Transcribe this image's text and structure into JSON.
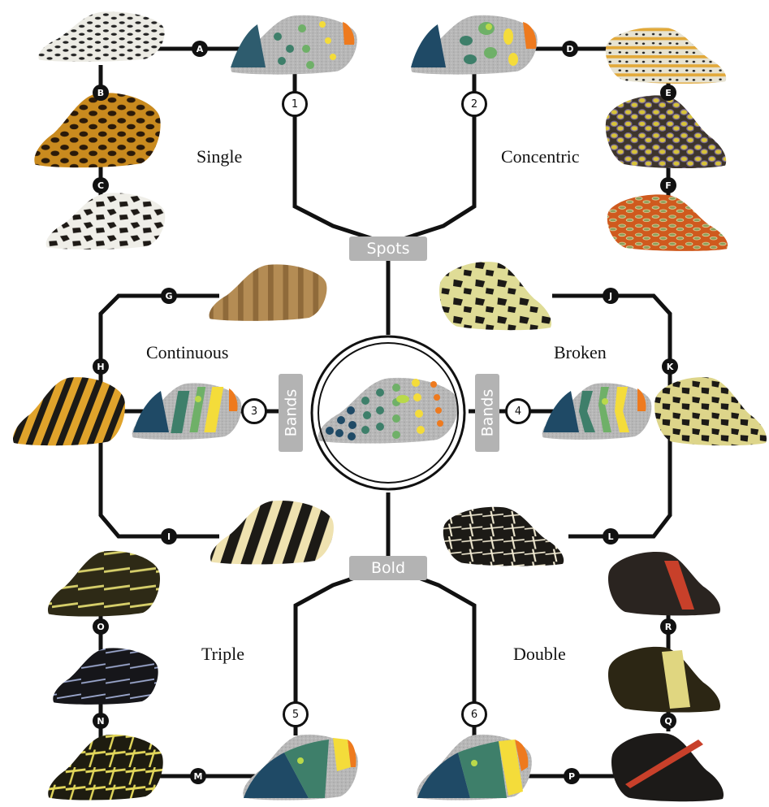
{
  "group_labels": {
    "single": "Single",
    "concentric": "Concentric",
    "continuous": "Continuous",
    "broken": "Broken",
    "triple": "Triple",
    "double": "Double"
  },
  "category_labels": {
    "spots": "Spots",
    "bands_left": "Bands",
    "bands_right": "Bands",
    "bold": "Bold"
  },
  "letter_nodes": {
    "a": "A",
    "b": "B",
    "c": "C",
    "d": "D",
    "e": "E",
    "f": "F",
    "g": "G",
    "h": "H",
    "i": "I",
    "j": "J",
    "k": "K",
    "l": "L",
    "m": "M",
    "n": "N",
    "o": "O",
    "p": "P",
    "q": "Q",
    "r": "R"
  },
  "number_nodes": {
    "n1": "1",
    "n2": "2",
    "n3": "3",
    "n4": "4",
    "n5": "5",
    "n6": "6"
  },
  "colors": {
    "line": "#111111",
    "pill": "#b3b3b3",
    "schematic_gray": "#b4b4b4",
    "schematic_navy": "#1f4a66",
    "schematic_teal": "#2f7f6e",
    "schematic_green": "#6fb068",
    "schematic_lime": "#b9d94a",
    "schematic_yellow": "#f4dc3a",
    "schematic_orange": "#ee7a1e"
  }
}
